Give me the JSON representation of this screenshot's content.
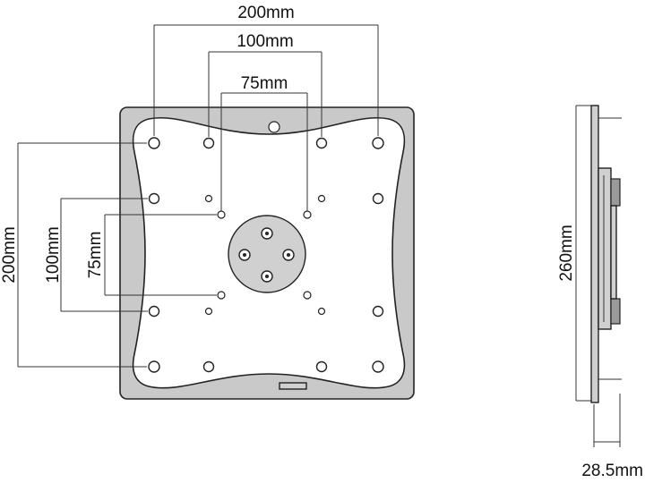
{
  "front_view": {
    "dim_horizontal": [
      "200mm",
      "100mm",
      "75mm"
    ],
    "dim_vertical": [
      "200mm",
      "100mm",
      "75mm"
    ]
  },
  "side_view": {
    "height_label": "260mm",
    "depth_label": "28.5mm"
  }
}
